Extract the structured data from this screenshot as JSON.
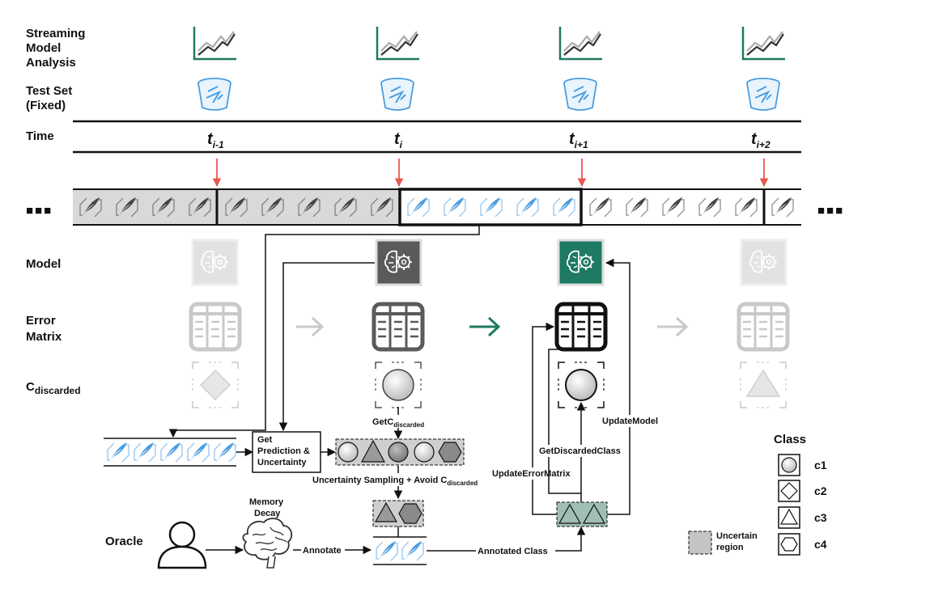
{
  "row_labels": {
    "streaming_1": "Streaming",
    "streaming_2": "Model",
    "streaming_3": "Analysis",
    "testset_1": "Test Set",
    "testset_2": "(Fixed)",
    "time": "Time",
    "model": "Model",
    "error_1": "Error",
    "error_2": "Matrix",
    "cdiscarded_main": "C",
    "cdiscarded_sub": "discarded"
  },
  "time_ticks": [
    {
      "main": "t",
      "sub": "i-1"
    },
    {
      "main": "t",
      "sub": "i"
    },
    {
      "main": "t",
      "sub": "i+1"
    },
    {
      "main": "t",
      "sub": "i+2"
    }
  ],
  "stream_ellipsis": "■■■",
  "flow": {
    "get_prediction_1": "Get",
    "get_prediction_2": "Prediction &",
    "get_prediction_3": "Uncertainty",
    "get_cdiscarded_main": "GetC",
    "get_cdiscarded_sub": "discarded",
    "sampling_main": "Uncertainty Sampling + Avoid C",
    "sampling_sub": "discarded",
    "memory_1": "Memory",
    "memory_2": "Decay",
    "oracle": "Oracle",
    "annotate": "Annotate",
    "annotated_class": "Annotated Class",
    "update_error_matrix": "UpdateErrorMatrix",
    "get_discarded_class": "GetDiscardedClass",
    "update_model": "UpdateModel"
  },
  "legend": {
    "title": "Class",
    "items": [
      {
        "shape": "circle",
        "label": "c1"
      },
      {
        "shape": "diamond",
        "label": "c2"
      },
      {
        "shape": "triangle",
        "label": "c3"
      },
      {
        "shape": "hexagon",
        "label": "c4"
      }
    ],
    "uncertain_1": "Uncertain",
    "uncertain_2": "region"
  },
  "colors": {
    "accent_green": "#1e7a62",
    "stream_blue": "#4a9de0",
    "arrow_red": "#e8584e",
    "faded_gray": "#c9c9c9",
    "dark_gray": "#5a5a5a",
    "stream_bg": "#d9d9d9",
    "annotated_green": "#9fbfb2"
  },
  "icons": {
    "analysis": "line-chart-icon",
    "testset": "bucket-icon",
    "model": "brain-gear-icon",
    "matrix": "table-icon",
    "sample": "feather-icon",
    "oracle": "user-icon",
    "memory": "brain-icon"
  }
}
